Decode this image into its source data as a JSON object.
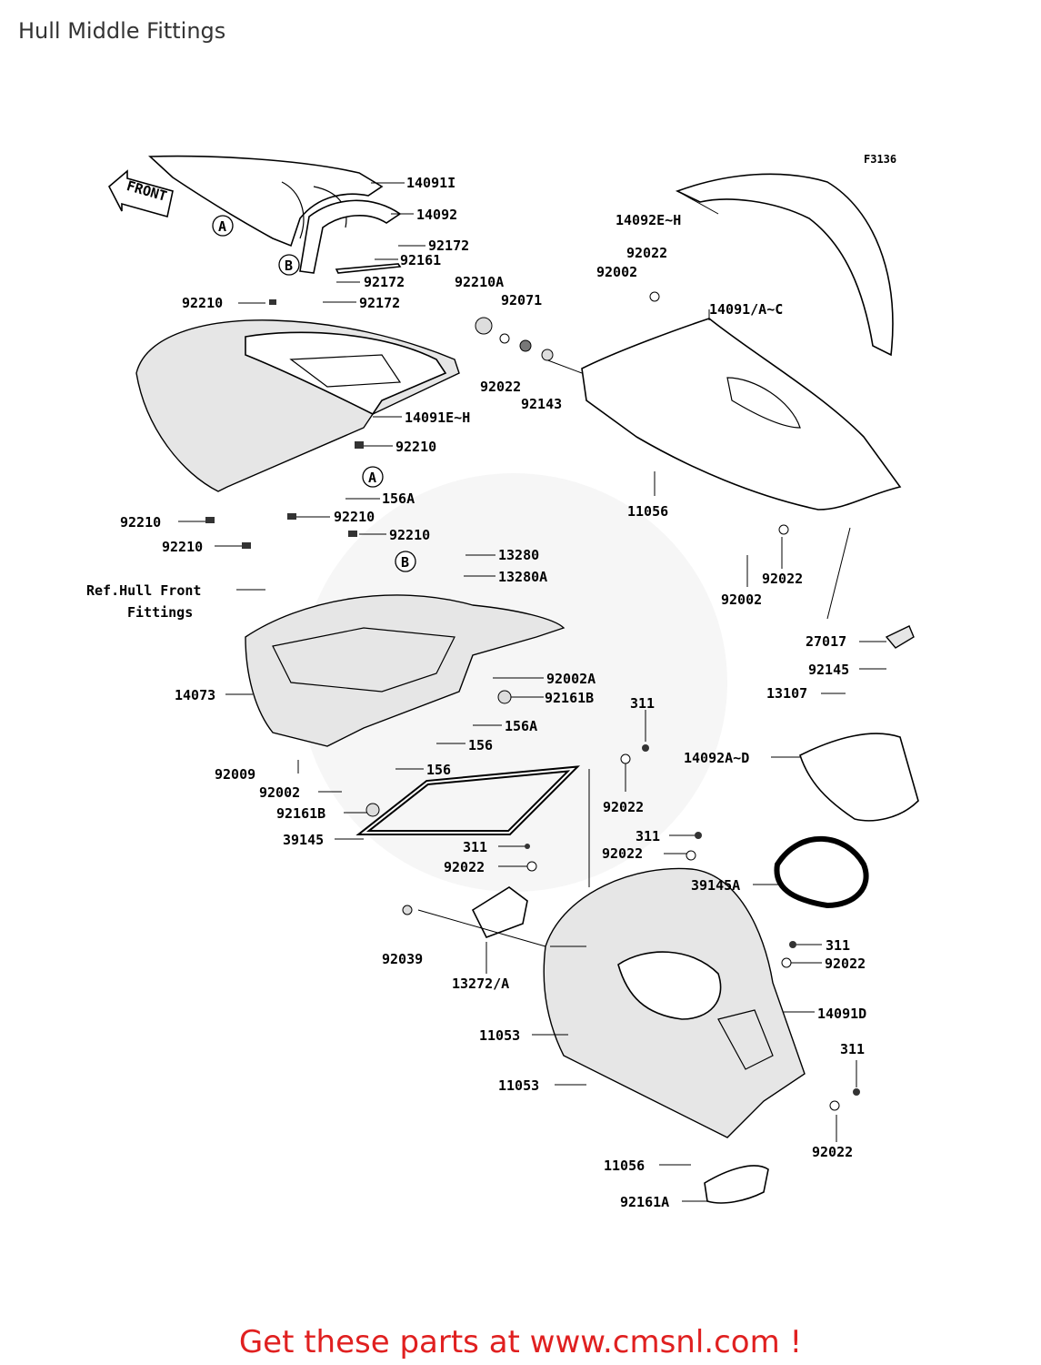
{
  "title": "Hull Middle Fittings",
  "figure_code": "F3136",
  "front_label": "FRONT",
  "footer": "Get these parts at www.cmsnl.com !",
  "callouts": {
    "a": "A",
    "b": "B"
  },
  "labels": {
    "p14091I": "14091I",
    "p14092": "14092",
    "p92172a": "92172",
    "p92161": "92161",
    "p92172b": "92172",
    "p92172c": "92172",
    "p92210a": "92210",
    "p92210A": "92210A",
    "p92071": "92071",
    "p92022a": "92022",
    "p92143": "92143",
    "p14092EH": "14092E~H",
    "p92022b": "92022",
    "p92002a": "92002",
    "p14091AC": "14091/A~C",
    "p14091EH": "14091E~H",
    "p92210b": "92210",
    "p156Aa": "156A",
    "p11056a": "11056",
    "p92210c": "92210",
    "p92210d": "92210",
    "p92210e": "92210",
    "p92210f": "92210",
    "p13280": "13280",
    "p13280A": "13280A",
    "p92002b": "92002",
    "p92022c": "92022",
    "ref1": "Ref.Hull Front",
    "ref2": "Fittings",
    "p27017": "27017",
    "p92145": "92145",
    "p13107": "13107",
    "p14073": "14073",
    "p92002A": "92002A",
    "p92161B": "92161B",
    "p311a": "311",
    "p156Ab": "156A",
    "p156a": "156",
    "p156b": "156",
    "p14092AD": "14092A~D",
    "p92009": "92009",
    "p92002c": "92002",
    "p92161Bb": "92161B",
    "p92022d": "92022",
    "p39145": "39145",
    "p311b": "311",
    "p311c": "311",
    "p92022e": "92022",
    "p92022f": "92022",
    "p39145A": "39145A",
    "p92039": "92039",
    "p13272A": "13272/A",
    "p311d": "311",
    "p92022g": "92022",
    "p14091D": "14091D",
    "p11053a": "11053",
    "p311e": "311",
    "p11053b": "11053",
    "p92022h": "92022",
    "p11056b": "11056",
    "p92161A": "92161A"
  },
  "colors": {
    "footer": "#e02020",
    "title": "#333333",
    "line": "#000000"
  }
}
